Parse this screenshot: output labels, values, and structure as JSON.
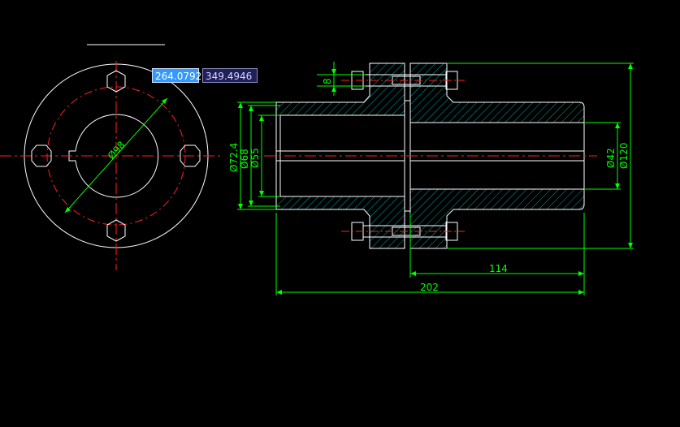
{
  "coordinate_input": {
    "x": "264.0792",
    "y": "349.4946"
  },
  "dimensions": {
    "bolt_circle": "Ø98",
    "bolt_size": "8",
    "bore_724": "Ø72.4",
    "bore_68": "Ø68",
    "bore_55": "Ø55",
    "bore_42": "Ø42",
    "outer_120": "Ø120",
    "length_114": "114",
    "length_202": "202"
  },
  "colors": {
    "background": "#000000",
    "geometry": "#ffffff",
    "centerline": "#ff2020",
    "dimension": "#00ff00",
    "hatch": "#00cccc"
  }
}
